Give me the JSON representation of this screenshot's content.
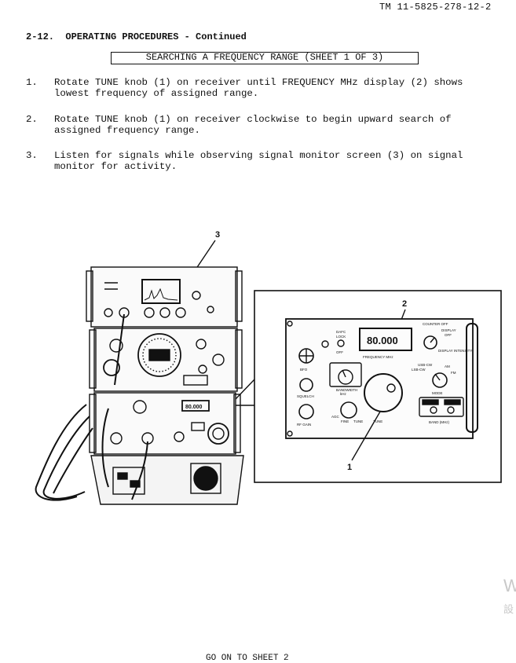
{
  "header": {
    "doc_id": "TM 11-5825-278-12-2"
  },
  "section": {
    "title": "2-12.  OPERATING PROCEDURES - Continued"
  },
  "sheet": {
    "title": "SEARCHING A FREQUENCY RANGE (SHEET 1 OF 3)"
  },
  "steps": [
    {
      "num": "1.",
      "text": "Rotate TUNE knob (1) on receiver until FREQUENCY MHz display (2) shows lowest frequency of assigned range."
    },
    {
      "num": "2.",
      "text": "Rotate TUNE knob (1) on receiver clockwise to begin upward search of assigned frequency range."
    },
    {
      "num": "3.",
      "text": "Listen for signals while observing signal monitor screen (3) on signal monitor for activity."
    }
  ],
  "figure": {
    "callouts": {
      "one": "1",
      "two": "2",
      "three": "3"
    },
    "display_value": "80.000",
    "panel_labels": {
      "counter_off": "COUNTER OFF",
      "display": "DISPLAY",
      "off": "OFF",
      "display_intensity": "DISPLAY INTENSITY",
      "afc": "DAFC",
      "lock": "LOCK",
      "off2": "OFF",
      "frequency_mhz": "FREQUENCY MHz",
      "bfo": "BFO",
      "squelch": "SQUELCH",
      "bandwidth": "BANDWIDTH",
      "khz": "kHz",
      "usb_cw": "USB-CW",
      "lsb_cw": "LSB-CW",
      "am": "AM",
      "fm": "FM",
      "mode": "MODE",
      "rf_gain": "RF GAIN",
      "agc": "AGC",
      "fine": "FINE",
      "tune": "TUNE",
      "tune2": "TUNE",
      "band_mhz": "BAND (MHz)"
    }
  },
  "footer": {
    "text": "GO ON TO SHEET 2"
  },
  "watermark": {
    "line1": "W",
    "line2": "設"
  }
}
